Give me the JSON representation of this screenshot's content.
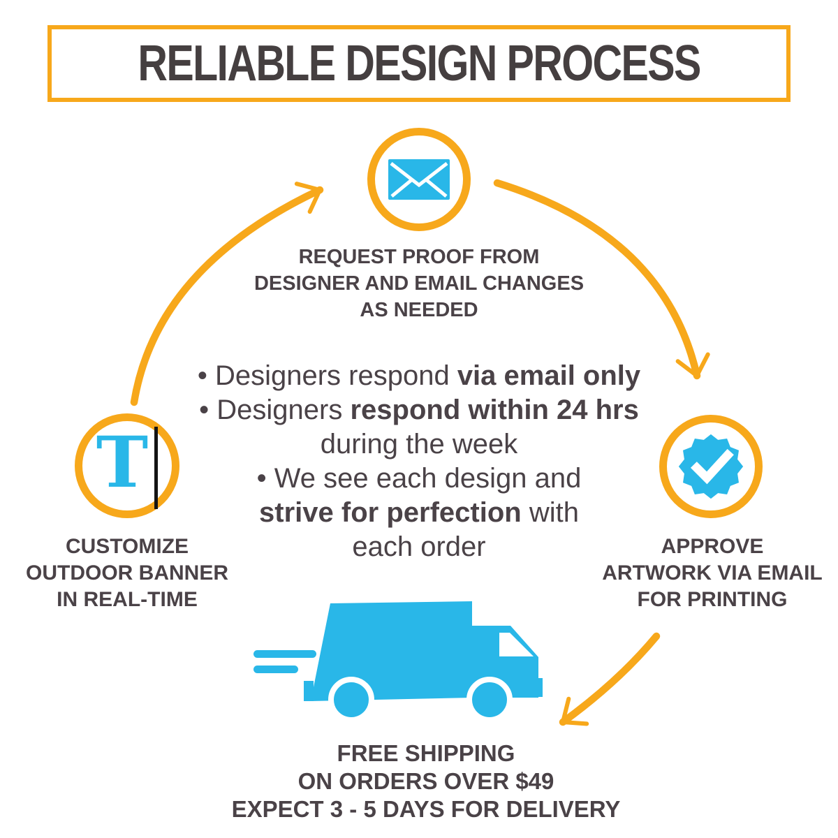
{
  "title": "RELIABLE DESIGN PROCESS",
  "colors": {
    "accent_yellow": "#F7A81B",
    "accent_cyan": "#29B7E8",
    "text_dark": "#4A4247"
  },
  "steps": {
    "request_proof": {
      "icon": "envelope-icon",
      "label": "REQUEST PROOF FROM\nDESIGNER AND EMAIL CHANGES\nAS NEEDED"
    },
    "approve": {
      "icon": "approved-badge-icon",
      "label": "APPROVE\nARTWORK VIA EMAIL\nFOR PRINTING"
    },
    "customize": {
      "icon": "text-cursor-icon",
      "icon_letter": "T",
      "label": "CUSTOMIZE\nOUTDOOR BANNER\nIN REAL-TIME"
    },
    "shipping": {
      "icon": "delivery-truck-icon",
      "label": "FREE SHIPPING\nON ORDERS OVER $49\nEXPECT 3 - 5 DAYS FOR DELIVERY"
    }
  },
  "center_notes": {
    "lines": [
      [
        {
          "t": "• Designers respond ",
          "b": false
        },
        {
          "t": "via email only",
          "b": true
        }
      ],
      [
        {
          "t": "• Designers ",
          "b": false
        },
        {
          "t": "respond within 24 hrs",
          "b": true
        }
      ],
      [
        {
          "t": "during the week",
          "b": false
        }
      ],
      [
        {
          "t": "• We see each design and",
          "b": false
        }
      ],
      [
        {
          "t": "strive for perfection",
          "b": true
        },
        {
          "t": " with",
          "b": false
        }
      ],
      [
        {
          "t": "each order",
          "b": false
        }
      ]
    ]
  }
}
